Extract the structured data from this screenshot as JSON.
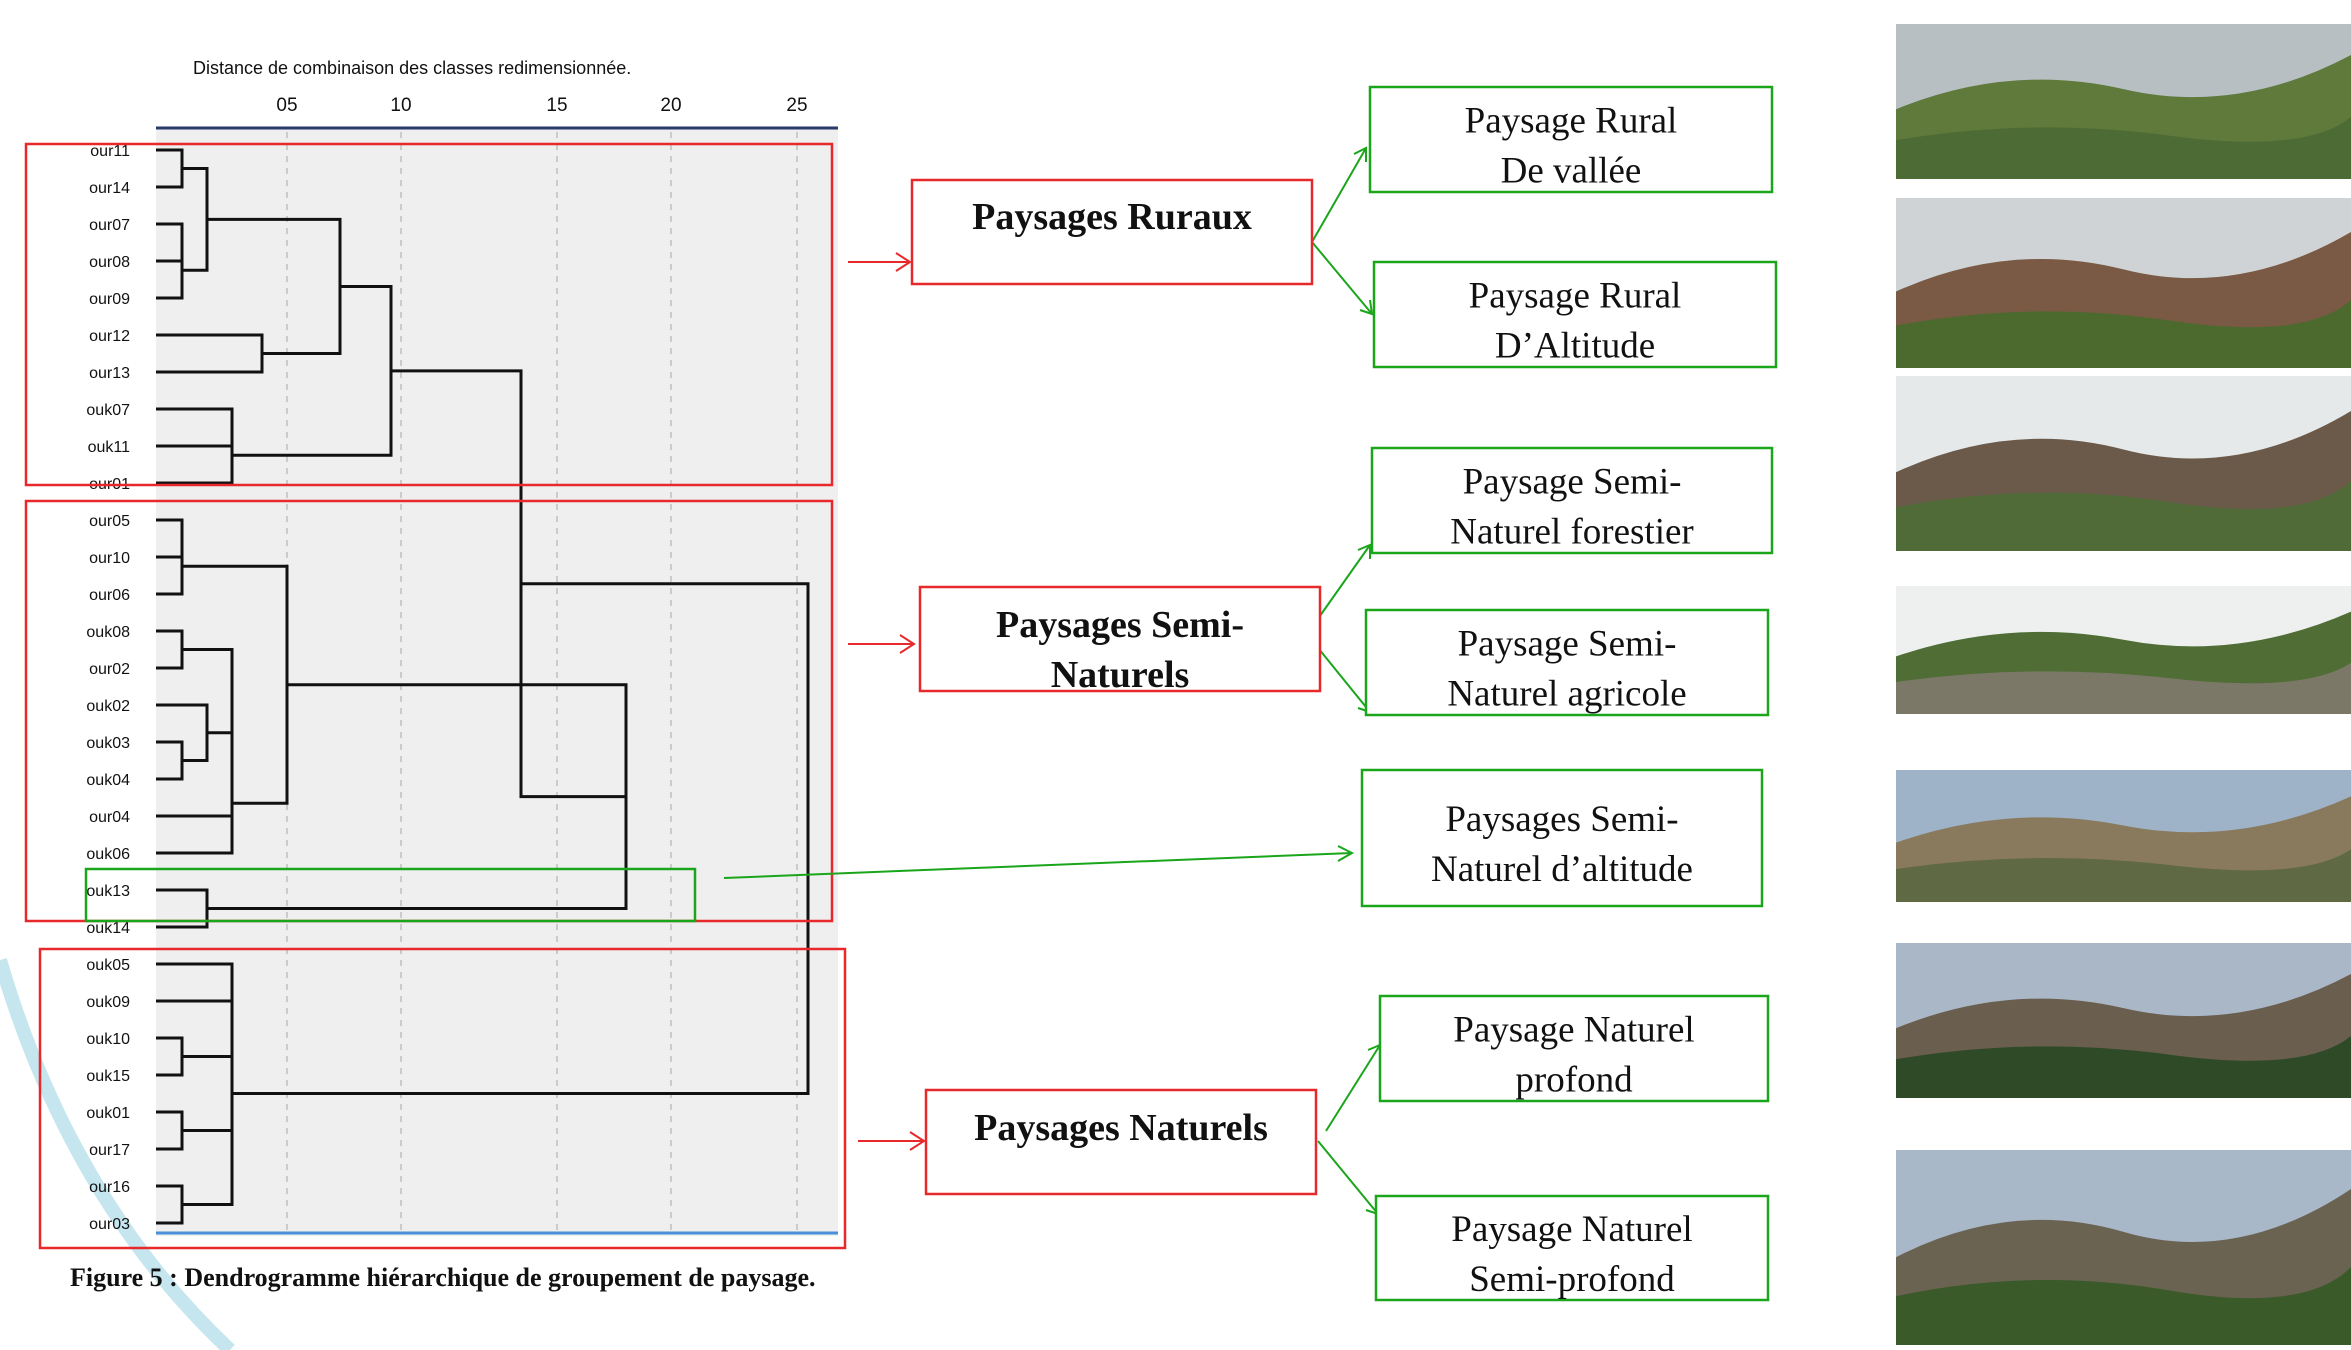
{
  "dendrogram": {
    "axis_title": "Distance de combinaison des classes redimensionnée.",
    "ticks": [
      "05",
      "10",
      "15",
      "20",
      "25"
    ],
    "leaves": [
      "our11",
      "our14",
      "our07",
      "our08",
      "our09",
      "our12",
      "our13",
      "ouk07",
      "ouk11",
      "our01",
      "our05",
      "our10",
      "our06",
      "ouk08",
      "our02",
      "ouk02",
      "ouk03",
      "ouk04",
      "our04",
      "ouk06",
      "ouk13",
      "ouk14",
      "ouk05",
      "ouk09",
      "ouk10",
      "ouk15",
      "ouk01",
      "our17",
      "our16",
      "our03"
    ]
  },
  "categories": [
    {
      "label_lines": [
        "Paysages Ruraux"
      ]
    },
    {
      "label_lines": [
        "Paysages Semi-",
        "Naturels"
      ]
    },
    {
      "label_lines": [
        "Paysages Naturels"
      ]
    }
  ],
  "subtypes": [
    {
      "lines": [
        "Paysage Rural",
        "De vallée"
      ]
    },
    {
      "lines": [
        "Paysage Rural",
        "D’Altitude"
      ]
    },
    {
      "lines": [
        "Paysage Semi-",
        "Naturel forestier"
      ]
    },
    {
      "lines": [
        "Paysage Semi-",
        "Naturel agricole"
      ]
    },
    {
      "lines": [
        "Paysages Semi-",
        "Naturel d’altitude"
      ]
    },
    {
      "lines": [
        "Paysage Naturel",
        "profond"
      ]
    },
    {
      "lines": [
        "Paysage Naturel",
        "Semi-profond"
      ]
    }
  ],
  "photos": [
    "rural-valley-photo",
    "rural-altitude-photo",
    "semi-natural-forest-photo",
    "semi-natural-agricultural-photo",
    "semi-natural-altitude-photo",
    "natural-deep-photo",
    "natural-semi-deep-photo"
  ],
  "caption": "Figure 5 : Dendrogramme hiérarchique de groupement de paysage.",
  "colors": {
    "red": "#e8292b",
    "green": "#1aa51a",
    "black": "#111111",
    "plot_bg": "#efefef",
    "blue_line": "#4a90d9"
  }
}
